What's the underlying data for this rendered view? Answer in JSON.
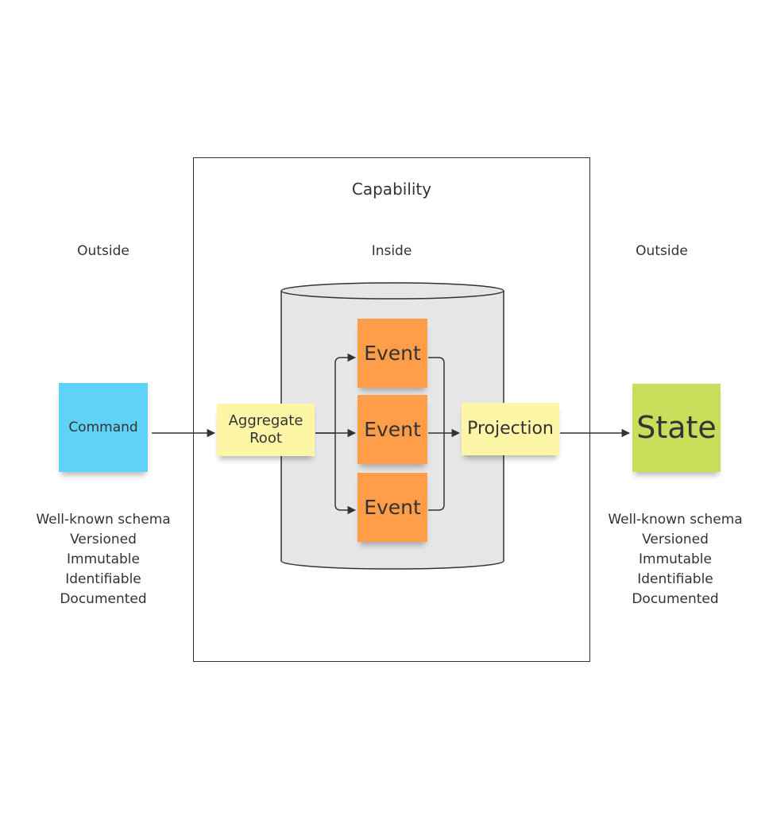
{
  "capability_label": "Capability",
  "zones": {
    "left": "Outside",
    "middle": "Inside",
    "right": "Outside"
  },
  "notes": {
    "command": "Command",
    "aggregate_root": "Aggregate Root",
    "events": [
      "Event",
      "Event",
      "Event"
    ],
    "projection": "Projection",
    "state": "State"
  },
  "left_properties": [
    "Well-known schema",
    "Versioned",
    "Immutable",
    "Identifiable",
    "Documented"
  ],
  "right_properties": [
    "Well-known schema",
    "Versioned",
    "Immutable",
    "Identifiable",
    "Documented"
  ],
  "colors": {
    "command": "#5fd3f7",
    "aggregate_root": "#fdf6a6",
    "event": "#ff9d48",
    "projection": "#fdf6a6",
    "state": "#c6de5a",
    "store_fill": "#e6e6e6"
  }
}
